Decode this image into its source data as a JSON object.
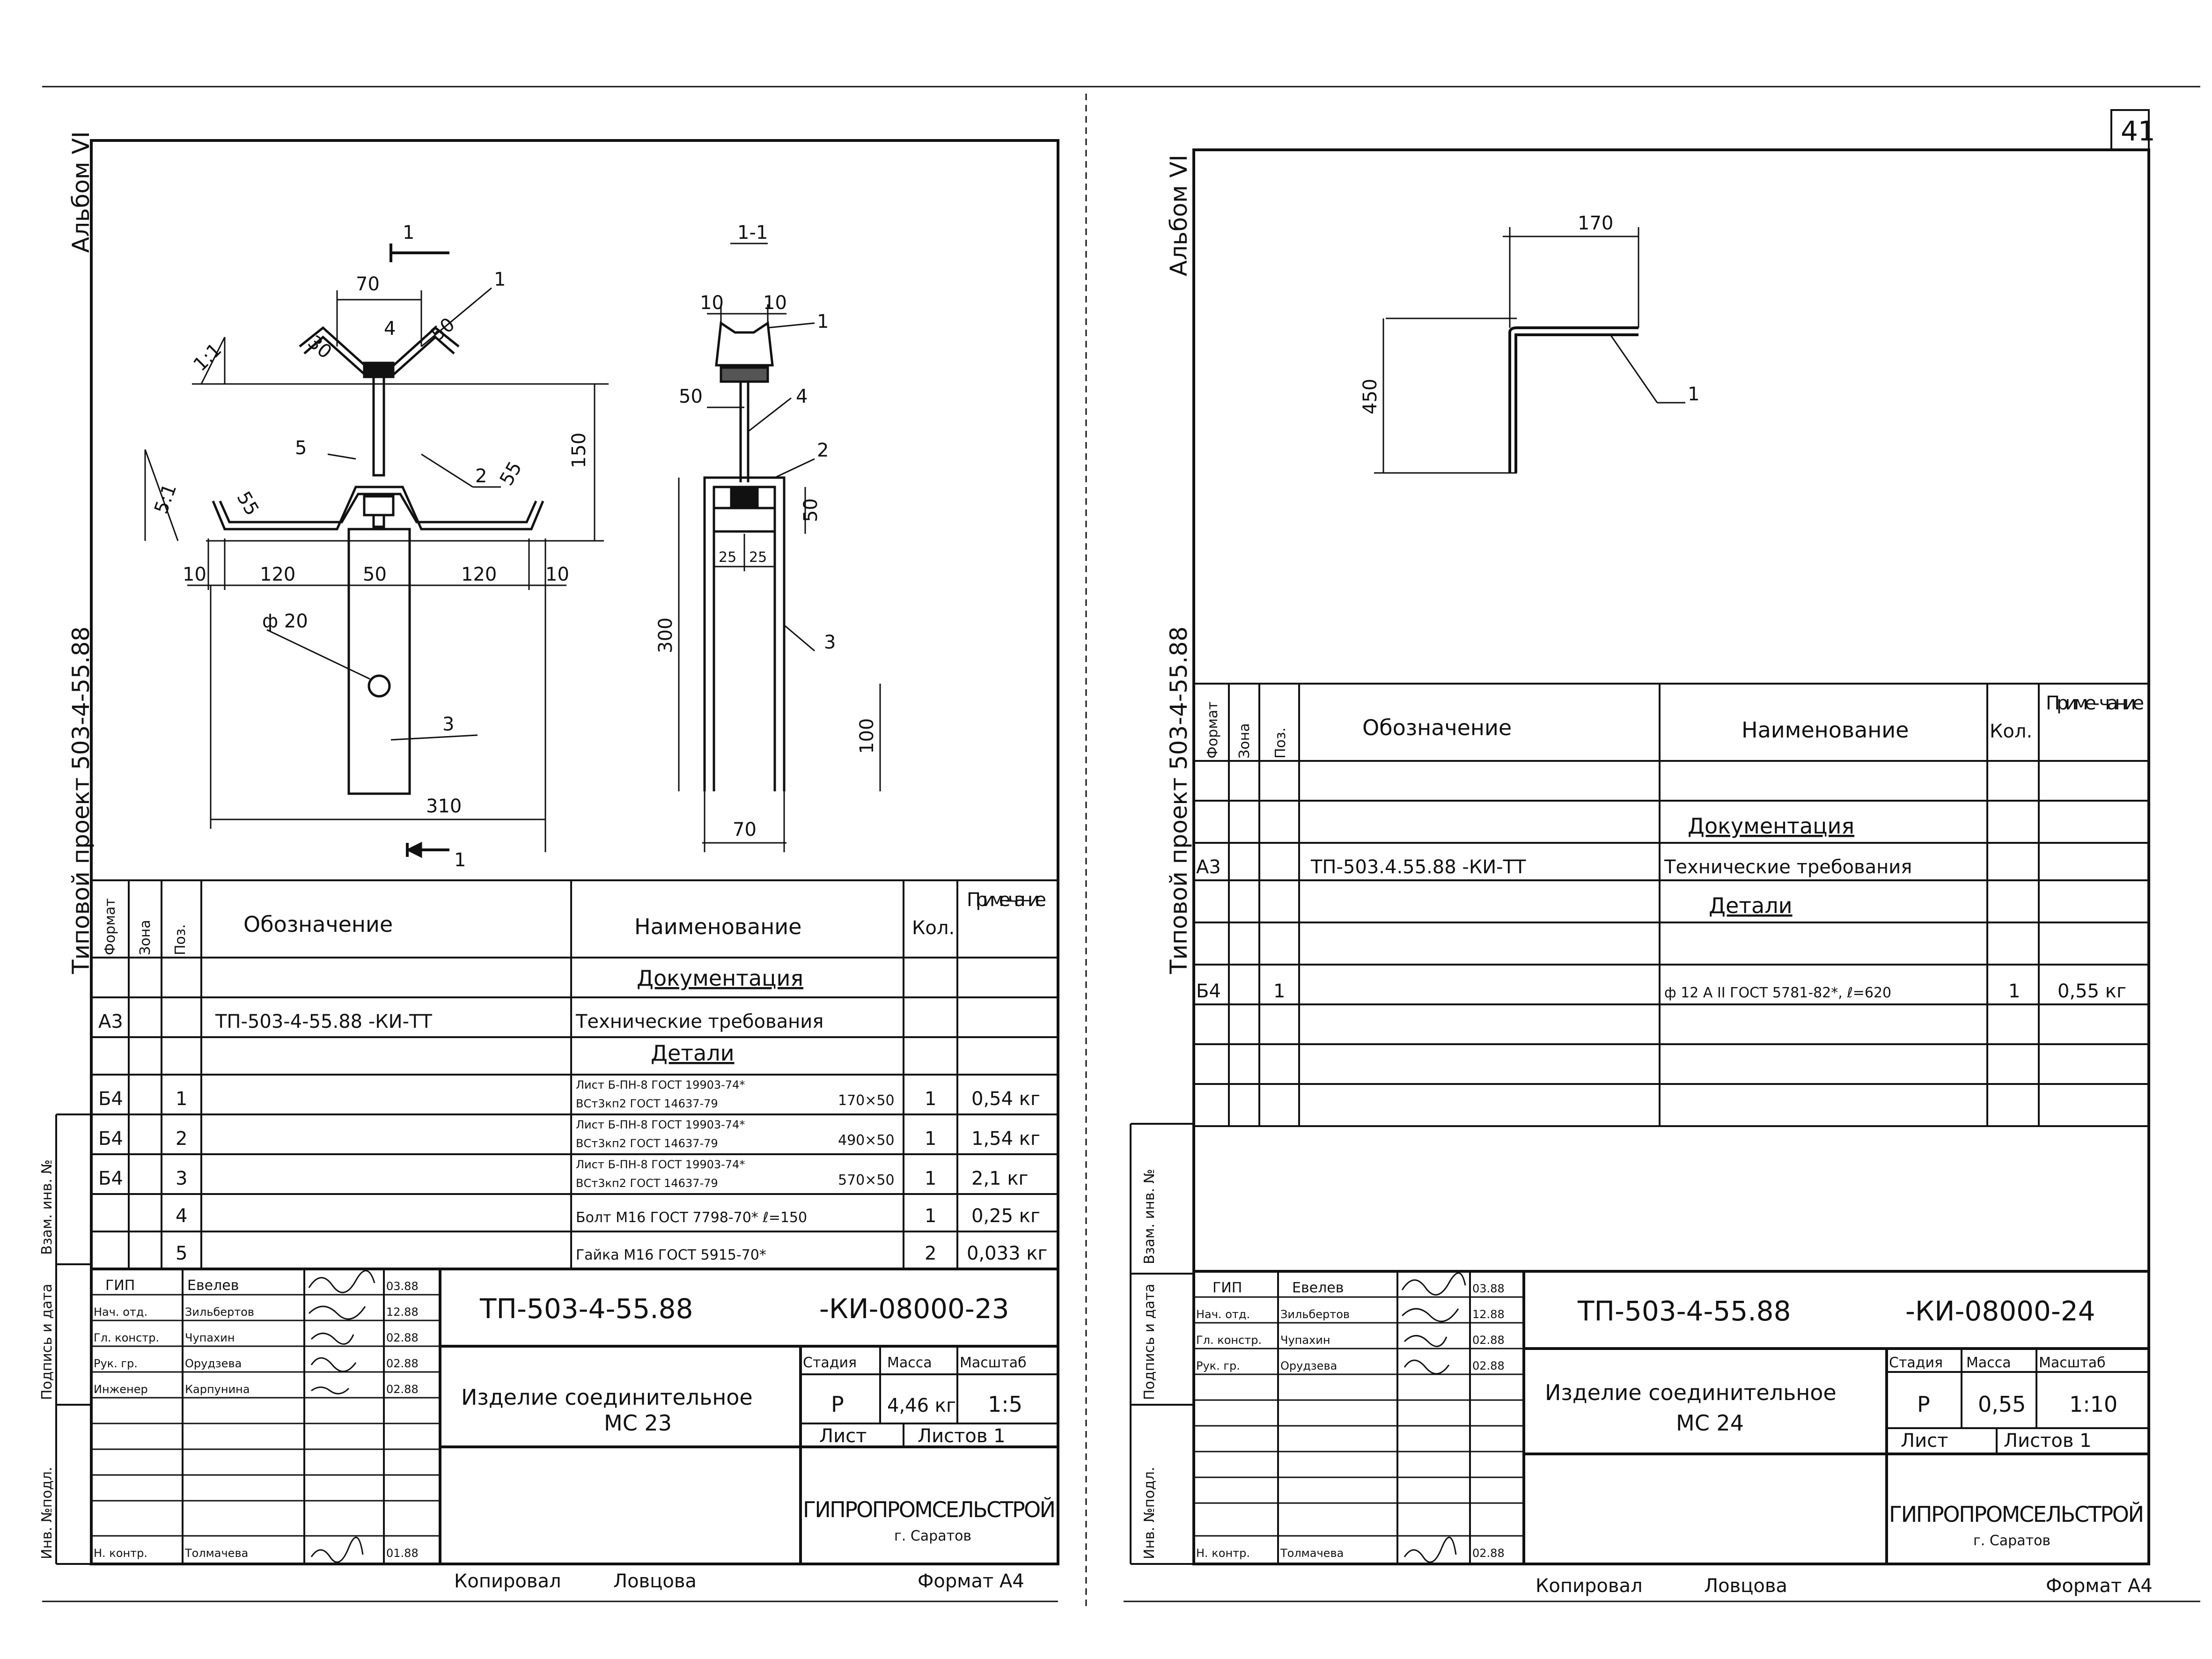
{
  "page_number": "41",
  "side": {
    "album": "Альбом VI",
    "project": "Типовой проект 503-4-55.88",
    "inv_orig": "Инв. №подл.",
    "sign_date": "Подпись и дата",
    "vzam": "Взам. инв. №"
  },
  "left": {
    "section_label": "1-1",
    "cut_mark": "1",
    "slope_1": "1:1",
    "slope_2": "5:1",
    "dims": {
      "d70_top": "70",
      "d30": "30",
      "d50_angle": "50",
      "d150": "150",
      "d10a": "10",
      "d120a": "120",
      "d50": "50",
      "d120b": "120",
      "d10b": "10",
      "d55": "55",
      "d310": "310",
      "phi20": "ф 20",
      "s_10a": "10",
      "s_10b": "10",
      "s_50": "50",
      "s_50v": "50",
      "s_25a": "25",
      "s_25b": "25",
      "s_300": "300",
      "s_100": "100",
      "s_70": "70"
    },
    "pos_labels": [
      "1",
      "2",
      "3",
      "4",
      "5"
    ],
    "table": {
      "headers": [
        "Формат",
        "Зона",
        "Поз.",
        "Обозначение",
        "Наименование",
        "Кол.",
        "Приме- чание"
      ],
      "section_doc": "Документация",
      "section_det": "Детали",
      "rows": [
        {
          "fmt": "А3",
          "zone": "",
          "pos": "",
          "code": "ТП-503-4-55.88  -КИ-ТТ",
          "name": "Технические требования",
          "qty": "",
          "note": ""
        },
        {
          "fmt": "Б4",
          "zone": "",
          "pos": "1",
          "code": "",
          "name_top": "Лист Б-ПН-8 ГОСТ 19903-74*",
          "name_bot": "ВСт3кп2 ГОСТ 14637-79",
          "size": "170×50",
          "qty": "1",
          "note": "0,54 кг"
        },
        {
          "fmt": "Б4",
          "zone": "",
          "pos": "2",
          "code": "",
          "name_top": "Лист Б-ПН-8 ГОСТ 19903-74*",
          "name_bot": "ВСт3кп2 ГОСТ 14637-79",
          "size": "490×50",
          "qty": "1",
          "note": "1,54 кг"
        },
        {
          "fmt": "Б4",
          "zone": "",
          "pos": "3",
          "code": "",
          "name_top": "Лист Б-ПН-8 ГОСТ 19903-74*",
          "name_bot": "ВСт3кп2 ГОСТ 14637-79",
          "size": "570×50",
          "qty": "1",
          "note": "2,1 кг"
        },
        {
          "fmt": "",
          "zone": "",
          "pos": "4",
          "code": "",
          "name": "Болт М16 ГОСТ 7798-70*  ℓ=150",
          "qty": "1",
          "note": "0,25 кг"
        },
        {
          "fmt": "",
          "zone": "",
          "pos": "5",
          "code": "",
          "name": "Гайка М16 ГОСТ 5915-70*",
          "qty": "2",
          "note": "0,033 кг"
        }
      ]
    },
    "stamp": {
      "roles": [
        "ГИП",
        "Нач. отд.",
        "Гл. констр.",
        "Рук. гр.",
        "Инженер",
        "",
        "",
        "",
        "Н. контр."
      ],
      "names": [
        "Евелев",
        "Зильбертов",
        "Чупахин",
        "Орудзева",
        "Карпунина",
        "",
        "",
        "",
        "Толмачева"
      ],
      "dates": [
        "03.88",
        "12.88",
        "02.88",
        "02.88",
        "02.88",
        "",
        "",
        "",
        "01.88"
      ],
      "code": "ТП-503-4-55.88",
      "sheet_code": "-КИ-08000-23",
      "title_line1": "Изделие  соединительное",
      "title_line2": "МС 23",
      "stage_lbl": "Стадия",
      "mass_lbl": "Масса",
      "scale_lbl": "Масштаб",
      "stage": "Р",
      "mass": "4,46 кг",
      "scale": "1:5",
      "sheet_lbl": "Лист",
      "sheets_lbl": "Листов 1",
      "org": "ГИПРОПРОМСЕЛЬСТРОЙ",
      "city": "г. Саратов"
    },
    "footer": {
      "copied": "Копировал",
      "who": "Ловцова",
      "format": "Формат А4"
    }
  },
  "right": {
    "dims": {
      "d170": "170",
      "d450": "450"
    },
    "pos_label": "1",
    "table": {
      "headers": [
        "Формат",
        "Зона",
        "Поз.",
        "Обозначение",
        "Наименование",
        "Кол.",
        "Приме- чание"
      ],
      "section_doc": "Документация",
      "section_det": "Детали",
      "rows": [
        {
          "fmt": "А3",
          "zone": "",
          "pos": "",
          "code": "ТП-503.4.55.88  -КИ-ТТ",
          "name": "Технические требования",
          "qty": "",
          "note": ""
        },
        {
          "fmt": "Б4",
          "zone": "",
          "pos": "1",
          "code": "",
          "name": "ф 12 А II ГОСТ 5781-82*, ℓ=620",
          "qty": "1",
          "note": "0,55 кг"
        }
      ]
    },
    "stamp": {
      "roles": [
        "ГИП",
        "Нач. отд.",
        "Гл. констр.",
        "Рук. гр.",
        "",
        "",
        "",
        "",
        "Н. контр."
      ],
      "names": [
        "Евелев",
        "Зильбертов",
        "Чупахин",
        "Орудзева",
        "",
        "",
        "",
        "",
        "Толмачева"
      ],
      "dates": [
        "03.88",
        "12.88",
        "02.88",
        "02.88",
        "",
        "",
        "",
        "",
        "02.88"
      ],
      "code": "ТП-503-4-55.88",
      "sheet_code": "-КИ-08000-24",
      "title_line1": "Изделие  соединительное",
      "title_line2": "МС 24",
      "stage_lbl": "Стадия",
      "mass_lbl": "Масса",
      "scale_lbl": "Масштаб",
      "stage": "Р",
      "mass": "0,55",
      "scale": "1:10",
      "sheet_lbl": "Лист",
      "sheets_lbl": "Листов 1",
      "org": "ГИПРОПРОМСЕЛЬСТРОЙ",
      "city": "г. Саратов"
    },
    "footer": {
      "copied": "Копировал",
      "who": "Ловцова",
      "format": "Формат А4"
    }
  }
}
